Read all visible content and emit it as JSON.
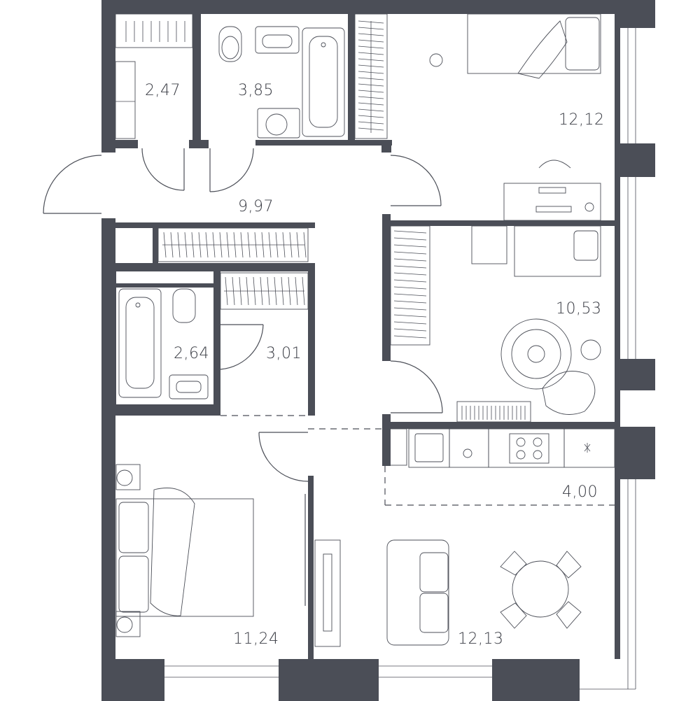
{
  "rooms": {
    "wardrobe": {
      "area": "2,47"
    },
    "bathroom_top": {
      "area": "3,85"
    },
    "bedroom_top": {
      "area": "12,12"
    },
    "hallway": {
      "area": "9,97"
    },
    "kids_room": {
      "area": "10,53"
    },
    "bathroom_small": {
      "area": "2,64"
    },
    "closet": {
      "area": "3,01"
    },
    "kitchen": {
      "area": "4,00"
    },
    "bedroom_bottom": {
      "area": "11,24"
    },
    "living_room": {
      "area": "12,13"
    }
  },
  "colors": {
    "wall": "#4b4e57",
    "background": "#ffffff",
    "line": "#4b4e57"
  }
}
